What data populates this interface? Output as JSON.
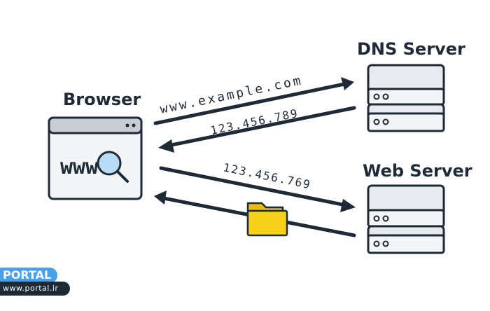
{
  "labels": {
    "browser": "Browser",
    "dns_server": "DNS Server",
    "web_server": "Web Server"
  },
  "browser_content": "www",
  "arrows": {
    "request_domain": "www.example.com",
    "dns_reply_ip": "123.456.789",
    "request_ip": "123.456.769"
  },
  "brand": {
    "badge": "PORTAL",
    "url": "www.portal.ir"
  },
  "colors": {
    "ink": "#1e2a35",
    "panel": "#f2f5f8",
    "server_body": "#e7ebef",
    "magnifier": "#a9d6f5",
    "folder": "#f6d21b",
    "badge": "#4aa0e6"
  },
  "icons": [
    "browser-window-icon",
    "magnifier-icon",
    "server-icon",
    "folder-icon"
  ]
}
